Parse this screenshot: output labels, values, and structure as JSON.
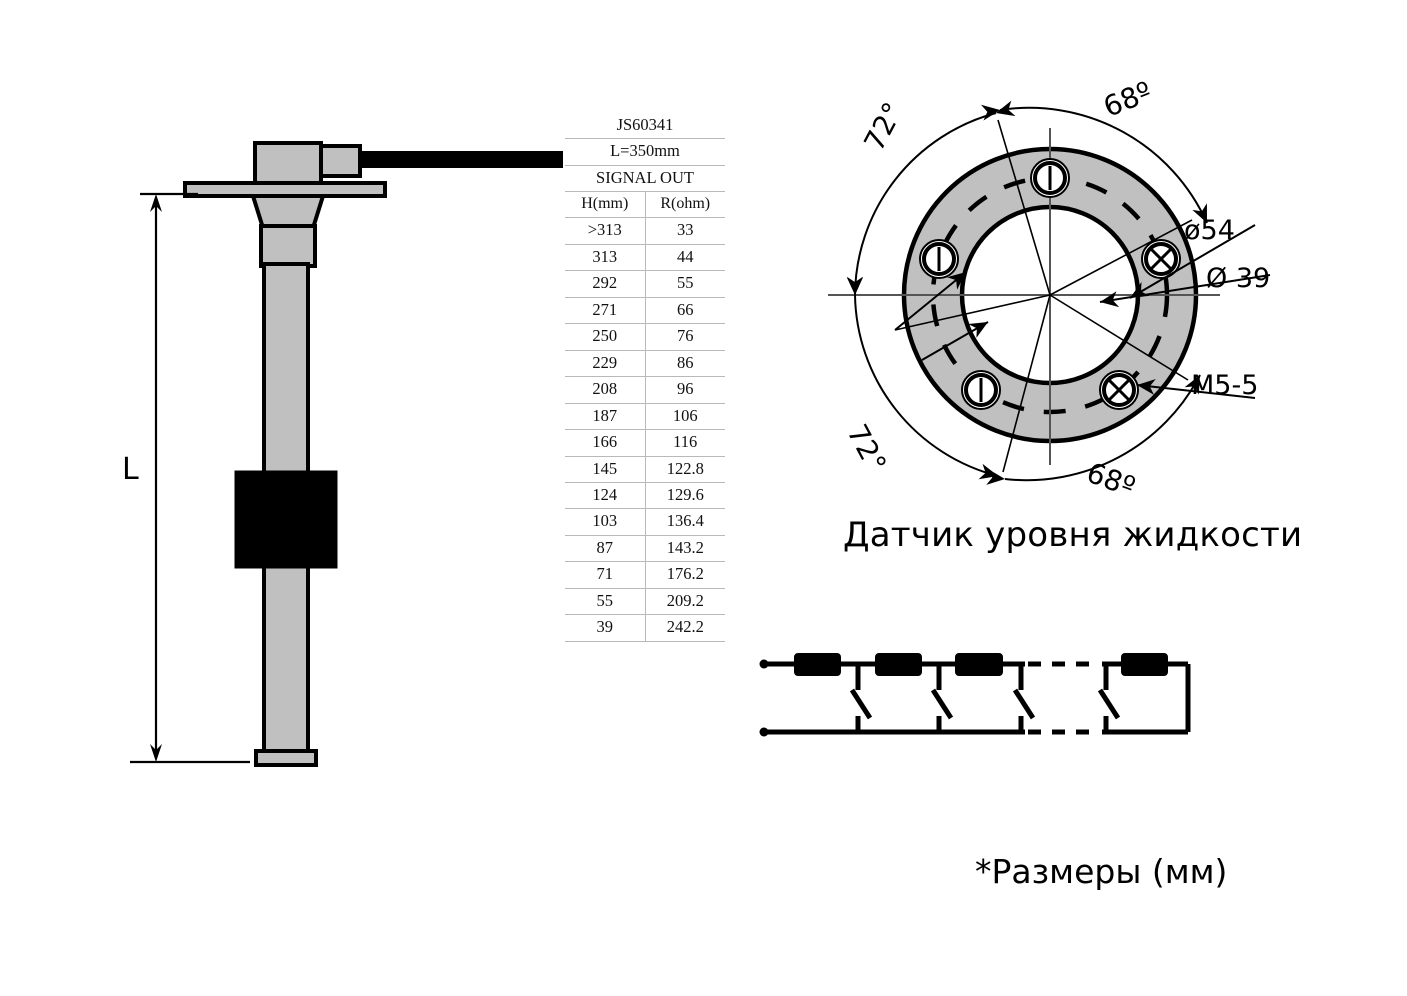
{
  "table": {
    "model": "JS60341",
    "length": "L=350mm",
    "signal": "SIGNAL OUT",
    "headers": {
      "h": "H(mm)",
      "r": "R(ohm)"
    },
    "rows": [
      {
        "h": ">313",
        "r": "33"
      },
      {
        "h": "313",
        "r": "44"
      },
      {
        "h": "292",
        "r": "55"
      },
      {
        "h": "271",
        "r": "66"
      },
      {
        "h": "250",
        "r": "76"
      },
      {
        "h": "229",
        "r": "86"
      },
      {
        "h": "208",
        "r": "96"
      },
      {
        "h": "187",
        "r": "106"
      },
      {
        "h": "166",
        "r": "116"
      },
      {
        "h": "145",
        "r": "122.8"
      },
      {
        "h": "124",
        "r": "129.6"
      },
      {
        "h": "103",
        "r": "136.4"
      },
      {
        "h": "87",
        "r": "143.2"
      },
      {
        "h": "71",
        "r": "176.2"
      },
      {
        "h": "55",
        "r": "209.2"
      },
      {
        "h": "39",
        "r": "242.2"
      }
    ]
  },
  "sensor_drawing": {
    "length_label": "L"
  },
  "flange": {
    "angle_top_right": "68º",
    "angle_bottom_right": "68º",
    "angle_top_left": "72°",
    "angle_bottom_left": "72°",
    "outer_dia": "ø54",
    "inner_dia": "Ø 39",
    "thread": "M5-5",
    "caption": "Датчик уровня жидкости"
  },
  "footer": {
    "units_note": "*Размеры (мм)"
  },
  "colors": {
    "metal_gray": "#c0c0c0",
    "stroke": "#000000",
    "rule": "#b9b9b9"
  }
}
